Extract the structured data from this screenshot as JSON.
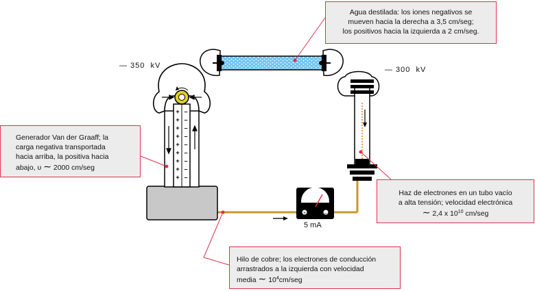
{
  "labels": {
    "voltage_left": "— 350  kV",
    "voltage_right": "— 300  kV",
    "ammeter_reading": "5 mA"
  },
  "callouts": {
    "water": {
      "lines": [
        "Agua destilada: los iones negativos se",
        "mueven hacia la derecha a 3,5 cm/seg;",
        "los positivos hacia la izquierda a 2 cm/seg."
      ]
    },
    "van_de_graaff": {
      "lines": [
        "Generador Van der Graaff; la",
        "carga negativa transportada",
        "hacia arriba, la positiva hacia"
      ],
      "last_line_prefix": "abajo, υ",
      "last_line_symbol": "∼",
      "last_line_value": "2000 cm/seg"
    },
    "beam": {
      "lines": [
        "Haz de electrones en un tubo vacío",
        "a alta tensión; velocidad electrónica"
      ],
      "last_line_symbol": "∼",
      "last_line_value_prefix": "2,4 x 10",
      "last_line_exponent": "10",
      "last_line_unit": "cm/seg"
    },
    "wire": {
      "lines": [
        "Hilo de cobre; los electrones de conducción",
        "arrastrados a la izquierda con velocidad"
      ],
      "last_line_prefix": "media",
      "last_line_symbol": "∼",
      "last_line_base": "10",
      "last_line_exponent": "4",
      "last_line_unit": "cm/seg"
    }
  },
  "colors": {
    "callout_border": "#e0304a",
    "callout_fill": "#ececec",
    "wire": "#c8962a",
    "water": "#5ab8e8",
    "generator_base": "#c8c8c8",
    "electron_beam": "#f08020",
    "sphere": "#e0d020"
  },
  "icons": [
    "charge-plus-icon",
    "charge-minus-icon",
    "arrow-icon",
    "ammeter-icon"
  ]
}
